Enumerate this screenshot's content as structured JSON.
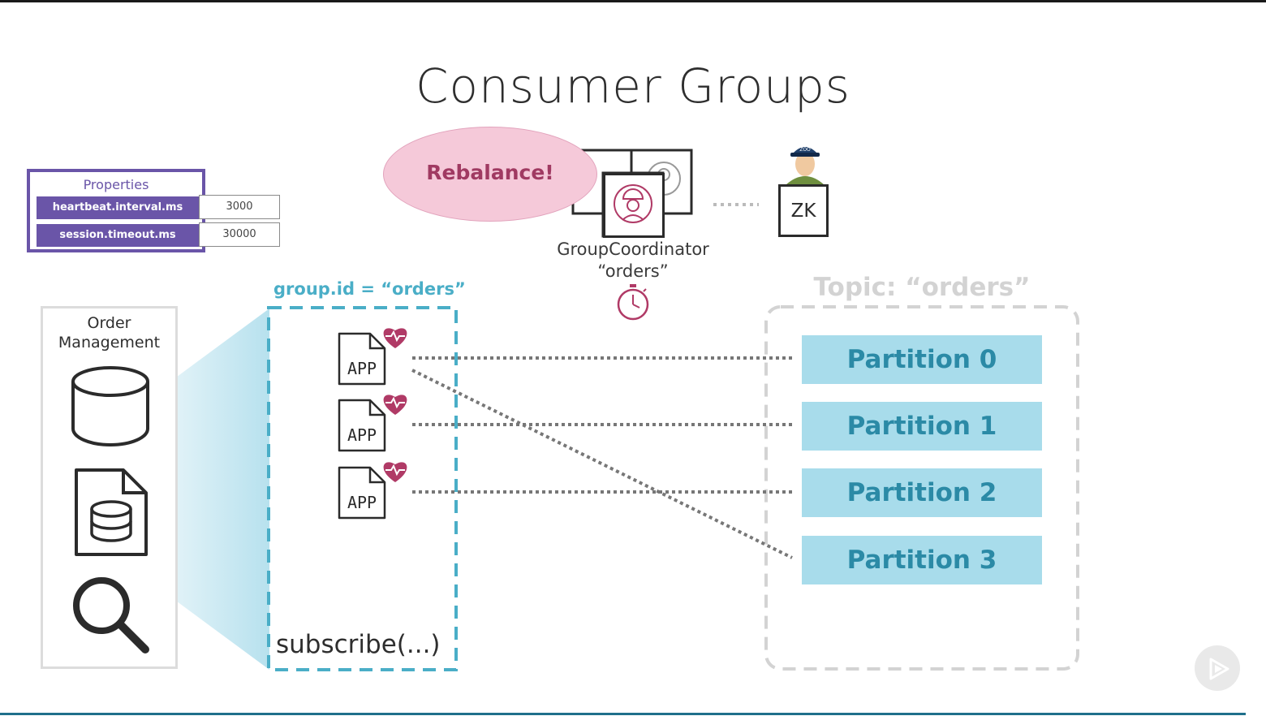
{
  "title": "Consumer Groups",
  "properties": {
    "title": "Properties",
    "items": [
      {
        "key": "heartbeat.interval.ms",
        "value": "3000"
      },
      {
        "key": "session.timeout.ms",
        "value": "30000"
      }
    ]
  },
  "bubble_text": "Rebalance!",
  "coordinator": {
    "line1": "GroupCoordinator",
    "line2": "“orders”"
  },
  "zk_label": "ZK",
  "zk_hat_text": "ZOO",
  "group_label": "group.id = “orders”",
  "topic_label": "Topic: “orders”",
  "order_management": {
    "line1": "Order",
    "line2": "Management"
  },
  "app_label": "APP",
  "subscribe_label": "subscribe(...)",
  "partitions": [
    "Partition 0",
    "Partition 1",
    "Partition 2",
    "Partition 3"
  ],
  "colors": {
    "purple": "#6a55a8",
    "teal": "#4aaec7",
    "partition_fill": "#a8dceb",
    "partition_text": "#2b8aa6",
    "heart": "#b03a66",
    "bubble": "#f5c9d9"
  },
  "icons": [
    "database-icon",
    "document-database-icon",
    "search-icon",
    "app-file-icon",
    "heart-pulse-icon",
    "stopwatch-icon",
    "broker-icon",
    "zookeeper-keeper-icon",
    "play-logo-icon"
  ]
}
